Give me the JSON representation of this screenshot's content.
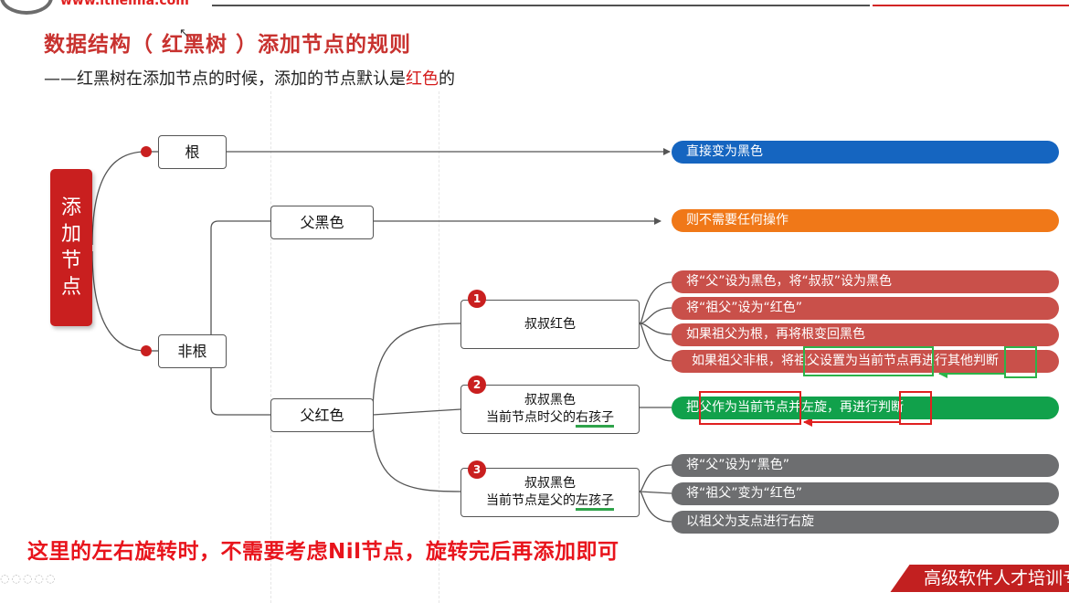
{
  "header": {
    "url": "www.itheima.com",
    "title": "数据结构（ 红黑树 ）添加节点的规则",
    "subtitle_prefix": "——红黑树在添加节点的时候，添加的节点默认是",
    "subtitle_highlight": "红色",
    "subtitle_suffix": "的"
  },
  "root": {
    "label": "添加节点"
  },
  "branches": {
    "root": "根",
    "non_root": "非根",
    "parent_black": "父黑色",
    "parent_red": "父红色"
  },
  "cases": [
    {
      "badge": "1",
      "line1": "叔叔红色",
      "line2_prefix": "",
      "line2_underline": ""
    },
    {
      "badge": "2",
      "line1": "叔叔黑色",
      "line2_prefix": "当前节点时父的",
      "line2_underline": "右孩子"
    },
    {
      "badge": "3",
      "line1": "叔叔黑色",
      "line2_prefix": "当前节点是父的",
      "line2_underline": "左孩子"
    }
  ],
  "actions": {
    "root": "直接变为黑色",
    "parent_black": "则不需要任何操作",
    "case1": [
      "将“父”设为黑色，将“叔叔”设为黑色",
      "将“祖父”设为“红色”",
      "如果祖父为根，再将根变回黑色",
      "如果祖父非根，将祖父设置为当前节点再进行其他判断"
    ],
    "case2": [
      "把父作为当前节点并左旋，再进行判断"
    ],
    "case3": [
      "将“父”设为“黑色”",
      "将“祖父”变为“红色”",
      "以祖父为支点进行右旋"
    ]
  },
  "note": "这里的左右旋转时，不需要考虑Nil节点，旋转完后再添加即可",
  "footer": "高级软件人才培训专家",
  "colors": {
    "title_red": "#c8322f",
    "root_red": "#c91f1f",
    "blue": "#1565c0",
    "orange": "#f07818",
    "rose": "#c9504a",
    "green": "#11a14b",
    "gray": "#6d6e70",
    "highlight_green": "#2db34a",
    "highlight_red": "#e02020"
  },
  "icons": [
    "bullet-dot-icon",
    "arrow-right-icon",
    "badge-number-icon"
  ]
}
